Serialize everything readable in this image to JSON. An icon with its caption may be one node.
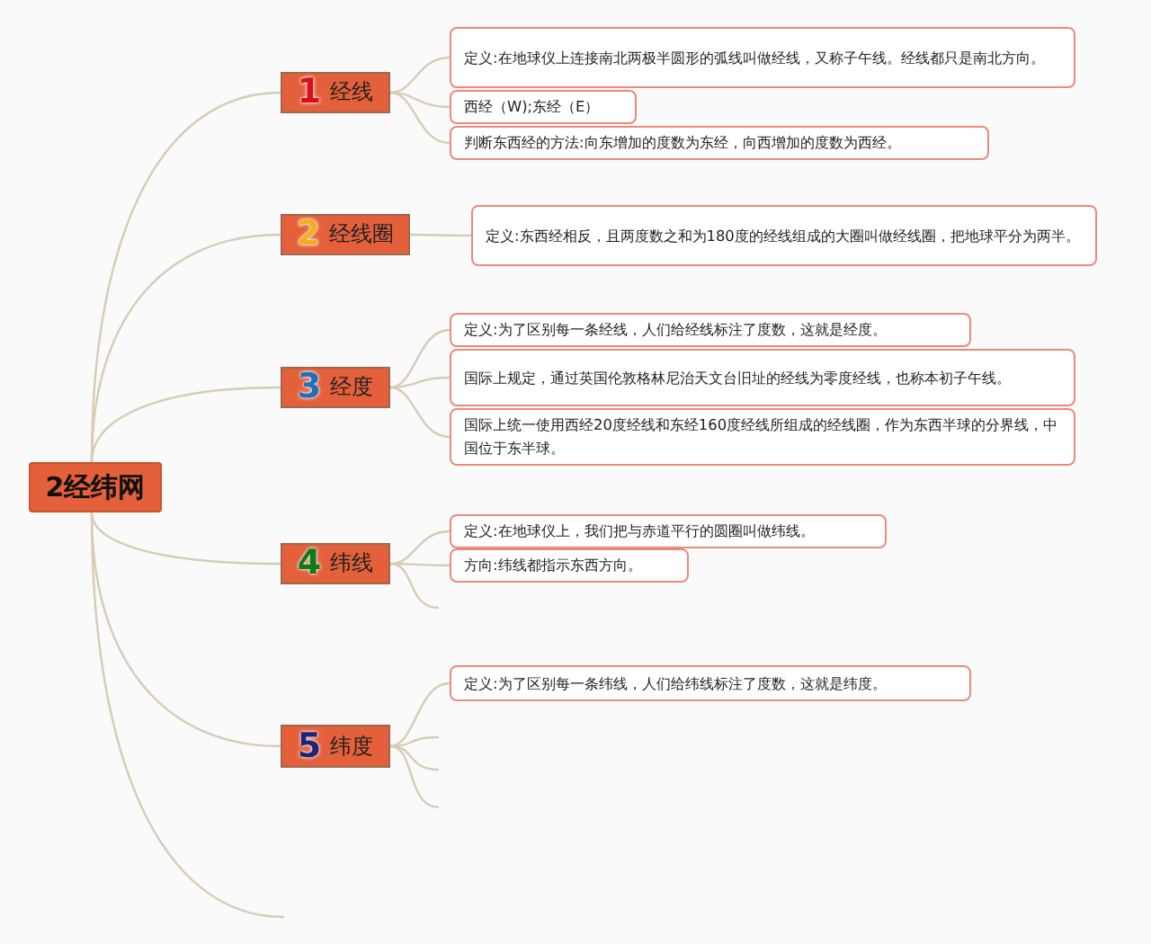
{
  "diagram": {
    "nodes": [
      {
        "text": [
          "2经纬网"
        ]
      },
      {
        "text": [
          "1",
          "经线"
        ]
      },
      {
        "text": [
          "定义:在地球仪上连接南北两极半圆形的弧线叫做经线，又称子午线。经线都只是南北方向。"
        ]
      },
      {
        "text": [
          "西经（W);东经（E）"
        ]
      },
      {
        "text": [
          "判断东西经的方法:向东增加的度数为东经，向西增加的度数为西经。"
        ]
      },
      {
        "text": [
          "2",
          "经线圈"
        ]
      },
      {
        "text": [
          "定义:东西经相反，且两度数之和为180度的经线组成的大圈叫做经线圈，把地球平分为两半。"
        ]
      },
      {
        "text": [
          "3",
          "经度"
        ]
      },
      {
        "text": [
          "定义:为了区别每一条经线，人们给经线标注了度数，这就是经度。"
        ]
      },
      {
        "text": [
          "国际上规定，通过英国伦敦格林尼治天文台旧址的经线为零度经线，也称本初子午线。"
        ]
      },
      {
        "text": [
          "国际上统一使用西经20度经线和东经160度经线所组成的经线圈，作为东西半球的分界线，中国位于东半球。"
        ]
      },
      {
        "text": [
          "4",
          "纬线"
        ]
      },
      {
        "text": [
          "定义:在地球仪上，我们把与赤道平行的圆圈叫做纬线。"
        ]
      },
      {
        "text": [
          "方向:纬线都指示东西方向。"
        ]
      },
      {
        "text": [
          "5",
          "纬度"
        ]
      },
      {
        "text": [
          "定义:为了区别每一条纬线，人们给纬线标注了度数，这就是纬度。"
        ]
      }
    ],
    "edges": [
      {
        "from": 0,
        "to": 1,
        "arrow": "none"
      },
      {
        "from": 0,
        "to": 5,
        "arrow": "none"
      },
      {
        "from": 0,
        "to": 7,
        "arrow": "none"
      },
      {
        "from": 0,
        "to": 11,
        "arrow": "none"
      },
      {
        "from": 0,
        "to": 14,
        "arrow": "none"
      },
      {
        "from": 0,
        "to": null,
        "arrow": "none"
      },
      {
        "from": 1,
        "to": 2,
        "arrow": "none"
      },
      {
        "from": 1,
        "to": 3,
        "arrow": "none"
      },
      {
        "from": 1,
        "to": 4,
        "arrow": "none"
      },
      {
        "from": 5,
        "to": 6,
        "arrow": "none"
      },
      {
        "from": 7,
        "to": 8,
        "arrow": "none"
      },
      {
        "from": 7,
        "to": 9,
        "arrow": "none"
      },
      {
        "from": 7,
        "to": 10,
        "arrow": "none"
      },
      {
        "from": 11,
        "to": 12,
        "arrow": "none"
      },
      {
        "from": 11,
        "to": 13,
        "arrow": "none"
      },
      {
        "from": 11,
        "to": null,
        "arrow": "none"
      },
      {
        "from": 14,
        "to": 15,
        "arrow": "none"
      },
      {
        "from": 14,
        "to": null,
        "arrow": "none"
      },
      {
        "from": 14,
        "to": null,
        "arrow": "none"
      },
      {
        "from": 14,
        "to": null,
        "arrow": "none"
      }
    ]
  }
}
